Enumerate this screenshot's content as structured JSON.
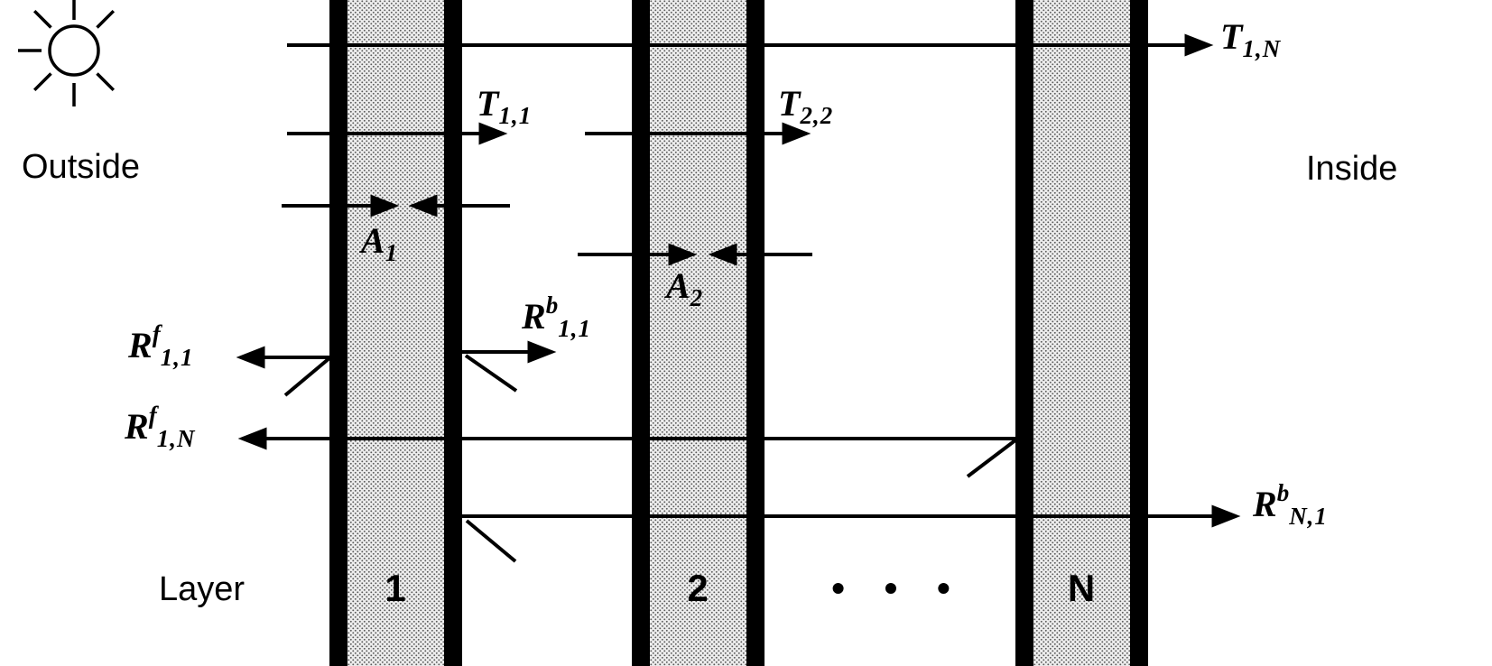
{
  "colors": {
    "ink": "#000000",
    "stipple_bg": "#ededed",
    "stipple_dot": "#5a5a5a"
  },
  "scene": {
    "outside_label": "Outside",
    "inside_label": "Inside",
    "layer_caption": "Layer",
    "dots": "• • •",
    "layers": [
      {
        "label": "1"
      },
      {
        "label": "2"
      },
      {
        "label": "N"
      }
    ]
  },
  "flux": {
    "t1N": {
      "base": "T",
      "sup": "",
      "sub": "1,N"
    },
    "t11": {
      "base": "T",
      "sup": "",
      "sub": "1,1"
    },
    "t22": {
      "base": "T",
      "sup": "",
      "sub": "2,2"
    },
    "a1": {
      "base": "A",
      "sup": "",
      "sub": "1"
    },
    "a2": {
      "base": "A",
      "sup": "",
      "sub": "2"
    },
    "rf11": {
      "base": "R",
      "sup": "f",
      "sub": "1,1"
    },
    "rb11": {
      "base": "R",
      "sup": "b",
      "sub": "1,1"
    },
    "rf1N": {
      "base": "R",
      "sup": "f",
      "sub": "1,N"
    },
    "rbN1": {
      "base": "R",
      "sup": "b",
      "sub": "N,1"
    }
  }
}
